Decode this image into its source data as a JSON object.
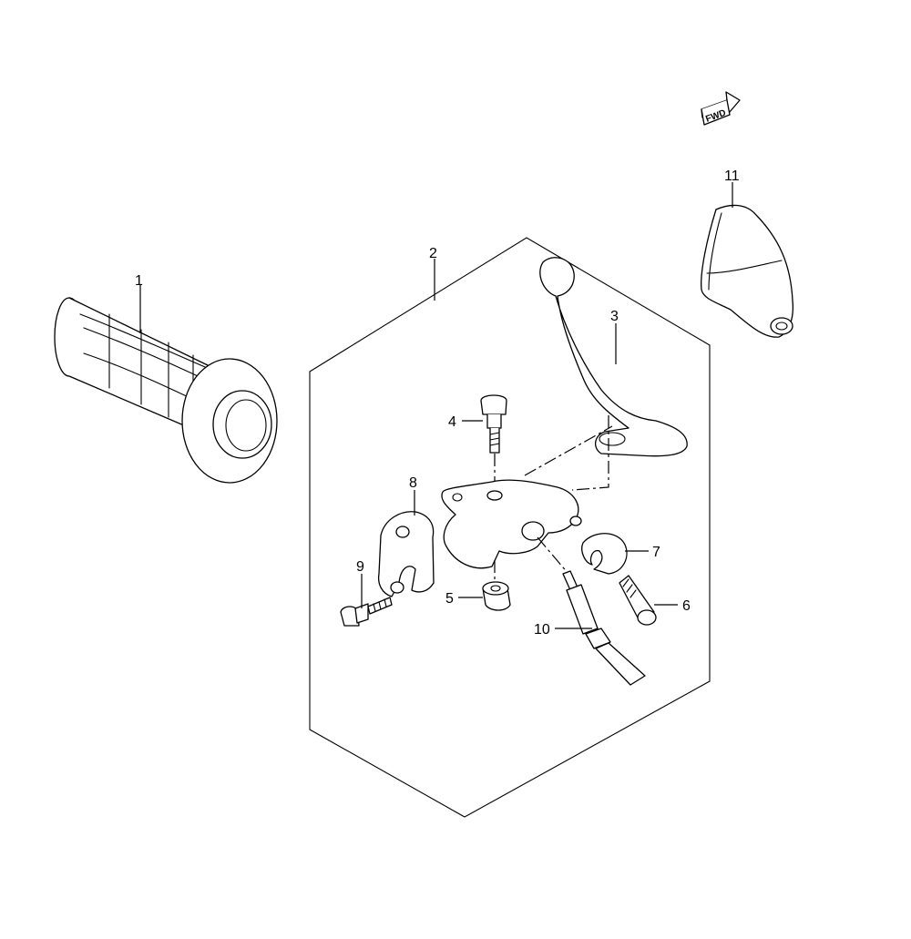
{
  "diagram": {
    "direction_badge": "FWD",
    "callouts": [
      {
        "id": "1",
        "text": "1"
      },
      {
        "id": "2",
        "text": "2"
      },
      {
        "id": "3",
        "text": "3"
      },
      {
        "id": "4",
        "text": "4"
      },
      {
        "id": "5",
        "text": "5"
      },
      {
        "id": "6",
        "text": "6"
      },
      {
        "id": "7",
        "text": "7"
      },
      {
        "id": "8",
        "text": "8"
      },
      {
        "id": "9",
        "text": "9"
      },
      {
        "id": "10",
        "text": "10"
      },
      {
        "id": "11",
        "text": "11"
      }
    ]
  }
}
